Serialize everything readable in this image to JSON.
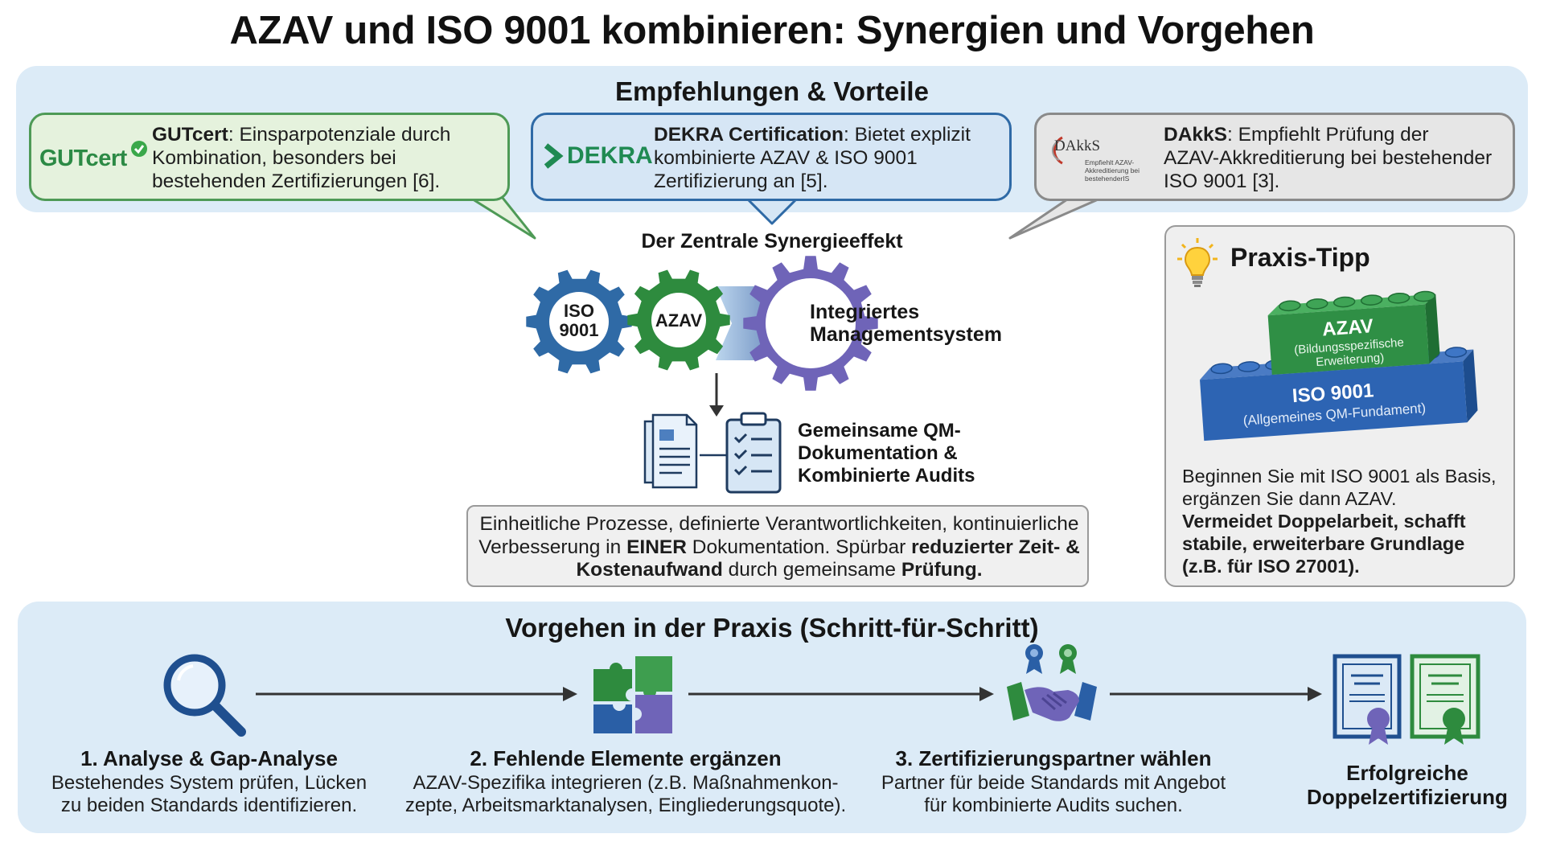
{
  "title": "AZAV und ISO 9001 kombinieren: Synergien und Vorgehen",
  "recommendations": {
    "heading": "Empfehlungen & Vorteile",
    "items": [
      {
        "logo": "GUTcert",
        "name": "GUTcert",
        "rest_l1": ": Einsparpotenziale durch",
        "line2": "Kombination, besonders bei",
        "line3": "bestehenden Zertifizierungen [6].",
        "accent": "#4e9a56"
      },
      {
        "logo": "DEKRA",
        "name": "DEKRA Certification",
        "rest_l1": ": Bietet explizit",
        "line2": "kombinierte AZAV & ISO 9001",
        "line3": "Zertifizierung an [5].",
        "accent": "#2f6aa6"
      },
      {
        "logo": "DAkkS",
        "logo_sub": "Empfiehlt AZAV-Akkreditierung bei bestehenderIS",
        "name": "DAkkS",
        "rest_l1": ": Empfiehlt Prüfung der",
        "line2": "AZAV-Akkreditierung bei bestehender",
        "line3": "ISO 9001 [3].",
        "accent": "#8a8a8a"
      }
    ]
  },
  "synergy": {
    "heading": "Der Zentrale Synergieeffekt",
    "gear_iso_l1": "ISO",
    "gear_iso_l2": "9001",
    "gear_azav": "AZAV",
    "result_l1": "Integriertes",
    "result_l2": "Managementsystem",
    "docs_l1": "Gemeinsame QM-",
    "docs_l2": "Dokumentation &",
    "docs_l3": "Kombinierte Audits",
    "box": {
      "l1": "Einheitliche Prozesse, definierte Verantwortlichkeiten, kontinuierliche",
      "l2a": "Verbesserung in ",
      "l2b": "EINER",
      "l2c": " Dokumentation. Spürbar ",
      "l2d": "reduzierter Zeit- &",
      "l3a": "Kostenaufwand",
      "l3b": " durch gemeinsame ",
      "l3c": "Prüfung."
    }
  },
  "praxis": {
    "heading": "Praxis-Tipp",
    "brick_top_title": "AZAV",
    "brick_top_sub1": "(Bildungsspezifische",
    "brick_top_sub2": "Erweiterung)",
    "brick_bottom_title": "ISO 9001",
    "brick_bottom_sub": "(Allgemeines QM-Fundament)",
    "text_l1": "Beginnen Sie mit ISO 9001 als Basis,",
    "text_l2": "ergänzen Sie dann AZAV.",
    "bold_l1": "Vermeidet Doppelarbeit, schafft",
    "bold_l2": "stabile, erweiterbare Grundlage",
    "bold_l3": "(z.B. für ISO 27001)."
  },
  "procedure": {
    "heading": "Vorgehen in der Praxis (Schritt-für-Schritt)",
    "steps": [
      {
        "title": "1. Analyse & Gap-Analyse",
        "d1": "Bestehendes System prüfen, Lücken",
        "d2": "zu beiden Standards identifizieren."
      },
      {
        "title": "2. Fehlende Elemente ergänzen",
        "d1": "AZAV-Spezifika integrieren (z.B. Maßnahmenkon-",
        "d2": "zepte, Arbeitsmarktanalysen, Eingliederungsquote)."
      },
      {
        "title": "3. Zertifizierungspartner wählen",
        "d1": "Partner für beide Standards mit Angebot",
        "d2": "für kombinierte Audits suchen."
      }
    ],
    "final_l1": "Erfolgreiche",
    "final_l2": "Doppelzertifizierung"
  },
  "colors": {
    "blue": "#2f6aa6",
    "green": "#2e8b3e",
    "purple": "#6f64b8",
    "panel": "#dcebf7"
  },
  "icons": [
    "check-badge-icon",
    "dekra-arrow-icon",
    "dakks-logo-icon",
    "gear-icon",
    "document-icon",
    "clipboard-checklist-icon",
    "lightbulb-icon",
    "building-block-icon",
    "magnifier-icon",
    "puzzle-icon",
    "handshake-icon",
    "award-ribbon-icon",
    "certificate-icon",
    "arrow-right-icon",
    "arrow-down-icon"
  ]
}
